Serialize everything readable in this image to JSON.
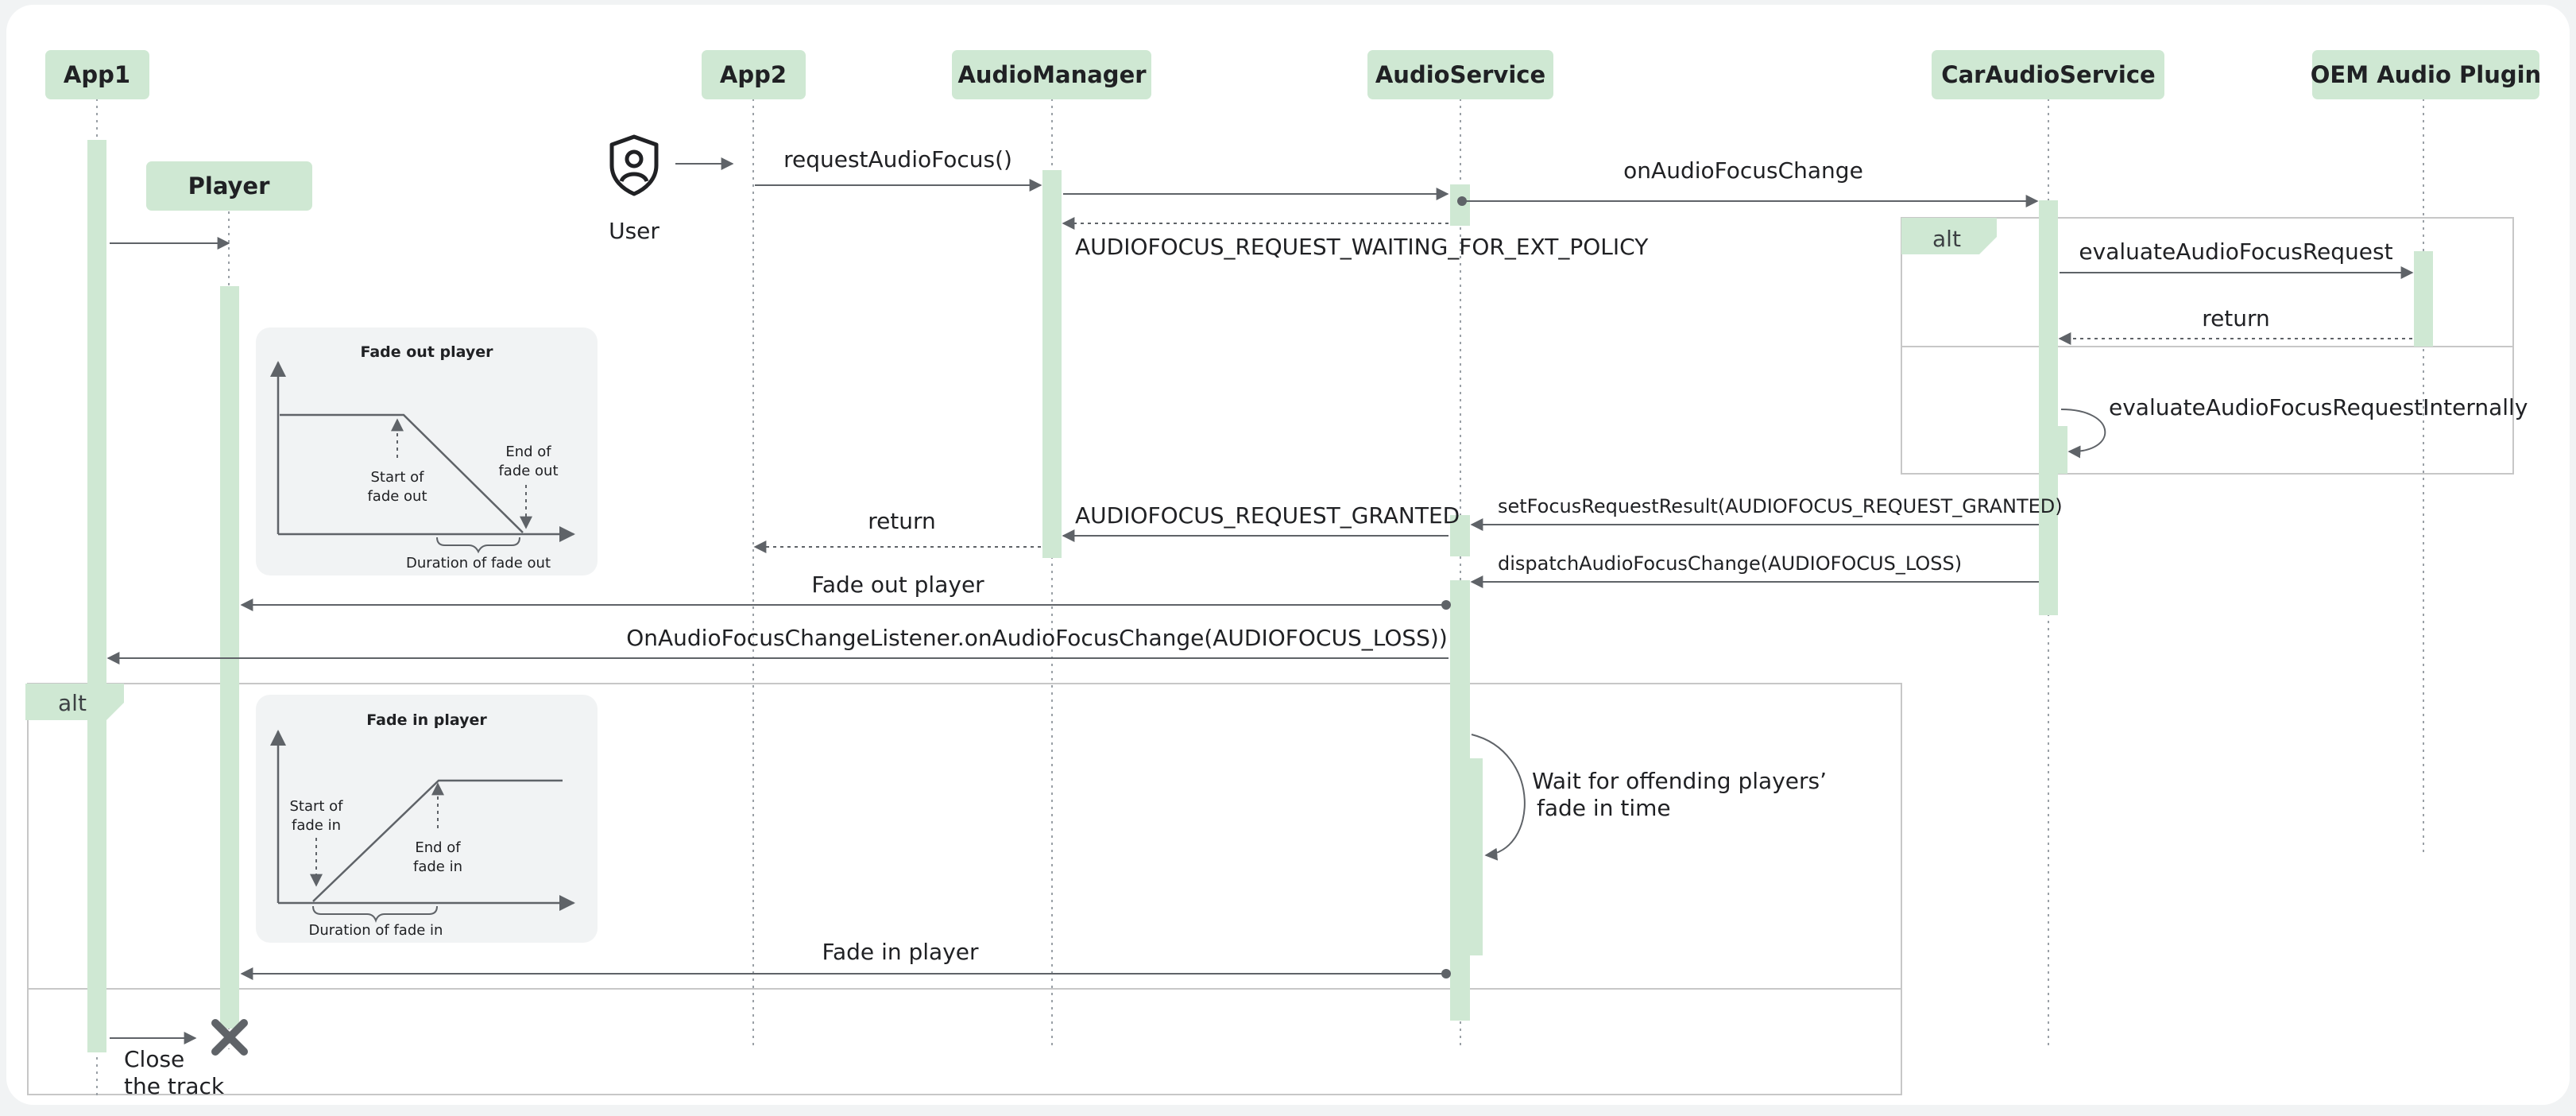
{
  "actors": {
    "app1": "App1",
    "player": "Player",
    "app2": "App2",
    "audio_manager": "AudioManager",
    "audio_service": "AudioService",
    "car_audio_service": "CarAudioService",
    "oem_plugin": "OEM Audio Plugin"
  },
  "user_label": "User",
  "messages": {
    "request_audio_focus": "requestAudioFocus()",
    "on_audio_focus_change": "onAudioFocusChange",
    "waiting_for_ext_policy": "AUDIOFOCUS_REQUEST_WAITING_FOR_EXT_POLICY",
    "evaluate_request": "evaluateAudioFocusRequest",
    "return_plugin": "return",
    "evaluate_internally": "evaluateAudioFocusRequestInternally",
    "set_focus_result": "setFocusRequestResult(AUDIOFOCUS_REQUEST_GRANTED)",
    "request_granted": "AUDIOFOCUS_REQUEST_GRANTED",
    "return_app2": "return",
    "dispatch_focus_change": "dispatchAudioFocusChange(AUDIOFOCUS_LOSS)",
    "fade_out_player": "Fade out player",
    "listener_focus_change": "OnAudioFocusChangeListener.onAudioFocusChange(AUDIOFOCUS_LOSS))",
    "wait_line1": "Wait for offending players’",
    "wait_line2": "fade in time",
    "fade_in_player": "Fade in player",
    "close_line1": "Close",
    "close_line2": "the track"
  },
  "alt_frames": {
    "top": "alt",
    "bottom": "alt"
  },
  "panels": {
    "fade_out": {
      "title": "Fade out player",
      "start_line1": "Start of",
      "start_line2": "fade out",
      "end_line1": "End of",
      "end_line2": "fade out",
      "duration": "Duration of fade out"
    },
    "fade_in": {
      "title": "Fade in player",
      "start_line1": "Start of",
      "start_line2": "fade in",
      "end_line1": "End of",
      "end_line2": "fade in",
      "duration": "Duration of fade in"
    }
  },
  "colors": {
    "activation": "#cfe8d3",
    "line": "#5f6368",
    "panel": "#f1f3f4",
    "background": "#ffffff"
  },
  "icons": {
    "user": "shield-user-icon",
    "destroy": "close-x-icon"
  }
}
